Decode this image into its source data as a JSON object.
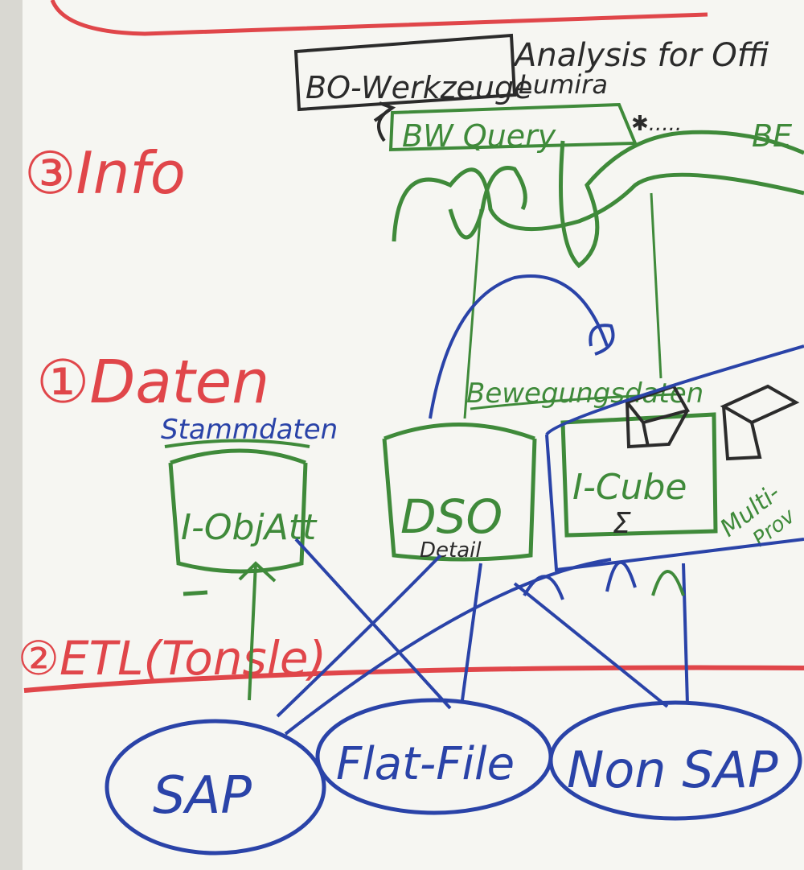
{
  "sections": {
    "info": "③Info",
    "daten": "①Daten",
    "etl": "②ETL(Tonsle)"
  },
  "tools": {
    "box": "BO-Werkzeuge",
    "item1": "Analysis for Offi",
    "item2": "Lumira",
    "item3": "✱.....",
    "item4": "BE"
  },
  "query": "BW Query",
  "categories": {
    "stammdaten": "Stammdaten",
    "bewegungsdaten": "Bewegungsdaten"
  },
  "providers": {
    "iobjekt": "I-ObjAtt",
    "dso": "DSO",
    "detail": "Detail",
    "icube": "I-Cube",
    "sigma": "Σ",
    "multi": "Multi-",
    "prov": "Prov"
  },
  "sources": {
    "sap": "SAP",
    "flatfile": "Flat-File",
    "nonsap": "Non SAP"
  },
  "colors": {
    "red": "#e0464a",
    "green": "#3f8a3a",
    "blue": "#2a43a8",
    "black": "#2b2b2b",
    "board": "#f6f6f2"
  }
}
